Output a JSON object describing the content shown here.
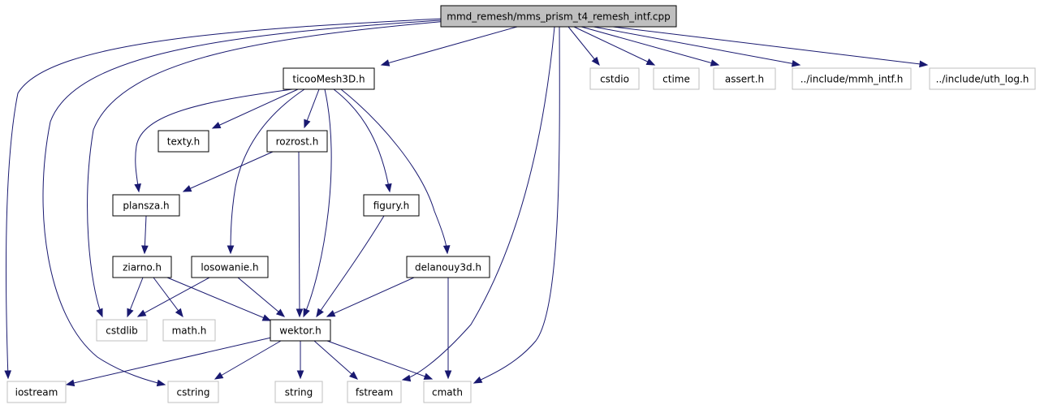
{
  "diagram": {
    "type": "include-dependency-graph",
    "colors": {
      "edge": "#191970",
      "root_fill": "#bfbfbf",
      "internal_border": "#000000",
      "system_border": "#bfbfbf"
    },
    "nodes": [
      {
        "id": "root",
        "label": "mmd_remesh/mms_prism_t4_remesh_intf.cpp",
        "kind": "root"
      },
      {
        "id": "ticoo",
        "label": "ticooMesh3D.h",
        "kind": "internal"
      },
      {
        "id": "cstdio",
        "label": "cstdio",
        "kind": "system"
      },
      {
        "id": "ctime",
        "label": "ctime",
        "kind": "system"
      },
      {
        "id": "assert",
        "label": "assert.h",
        "kind": "system"
      },
      {
        "id": "mmh",
        "label": "../include/mmh_intf.h",
        "kind": "system"
      },
      {
        "id": "uth",
        "label": "../include/uth_log.h",
        "kind": "system"
      },
      {
        "id": "texty",
        "label": "texty.h",
        "kind": "internal"
      },
      {
        "id": "rozrost",
        "label": "rozrost.h",
        "kind": "internal"
      },
      {
        "id": "plansza",
        "label": "plansza.h",
        "kind": "internal"
      },
      {
        "id": "figury",
        "label": "figury.h",
        "kind": "internal"
      },
      {
        "id": "ziarno",
        "label": "ziarno.h",
        "kind": "internal"
      },
      {
        "id": "losowanie",
        "label": "losowanie.h",
        "kind": "internal"
      },
      {
        "id": "delanouy",
        "label": "delanouy3d.h",
        "kind": "internal"
      },
      {
        "id": "cstdlib",
        "label": "cstdlib",
        "kind": "system"
      },
      {
        "id": "math",
        "label": "math.h",
        "kind": "system"
      },
      {
        "id": "wektor",
        "label": "wektor.h",
        "kind": "internal"
      },
      {
        "id": "iostream",
        "label": "iostream",
        "kind": "system"
      },
      {
        "id": "cstring",
        "label": "cstring",
        "kind": "system"
      },
      {
        "id": "string",
        "label": "string",
        "kind": "system"
      },
      {
        "id": "fstream",
        "label": "fstream",
        "kind": "system"
      },
      {
        "id": "cmath",
        "label": "cmath",
        "kind": "system"
      }
    ],
    "edges": [
      {
        "from": "root",
        "to": "ticoo"
      },
      {
        "from": "root",
        "to": "cstdio"
      },
      {
        "from": "root",
        "to": "ctime"
      },
      {
        "from": "root",
        "to": "assert"
      },
      {
        "from": "root",
        "to": "mmh"
      },
      {
        "from": "root",
        "to": "uth"
      },
      {
        "from": "root",
        "to": "iostream"
      },
      {
        "from": "root",
        "to": "cstring"
      },
      {
        "from": "root",
        "to": "cstdlib"
      },
      {
        "from": "root",
        "to": "fstream"
      },
      {
        "from": "root",
        "to": "cmath"
      },
      {
        "from": "ticoo",
        "to": "texty"
      },
      {
        "from": "ticoo",
        "to": "rozrost"
      },
      {
        "from": "ticoo",
        "to": "plansza"
      },
      {
        "from": "ticoo",
        "to": "losowanie"
      },
      {
        "from": "ticoo",
        "to": "wektor"
      },
      {
        "from": "ticoo",
        "to": "figury"
      },
      {
        "from": "ticoo",
        "to": "delanouy"
      },
      {
        "from": "rozrost",
        "to": "plansza"
      },
      {
        "from": "rozrost",
        "to": "wektor"
      },
      {
        "from": "plansza",
        "to": "ziarno"
      },
      {
        "from": "ziarno",
        "to": "cstdlib"
      },
      {
        "from": "ziarno",
        "to": "math"
      },
      {
        "from": "ziarno",
        "to": "wektor"
      },
      {
        "from": "losowanie",
        "to": "cstdlib"
      },
      {
        "from": "losowanie",
        "to": "wektor"
      },
      {
        "from": "figury",
        "to": "wektor"
      },
      {
        "from": "delanouy",
        "to": "wektor"
      },
      {
        "from": "delanouy",
        "to": "cmath"
      },
      {
        "from": "wektor",
        "to": "iostream"
      },
      {
        "from": "wektor",
        "to": "cstring"
      },
      {
        "from": "wektor",
        "to": "string"
      },
      {
        "from": "wektor",
        "to": "fstream"
      },
      {
        "from": "wektor",
        "to": "cmath"
      }
    ]
  }
}
